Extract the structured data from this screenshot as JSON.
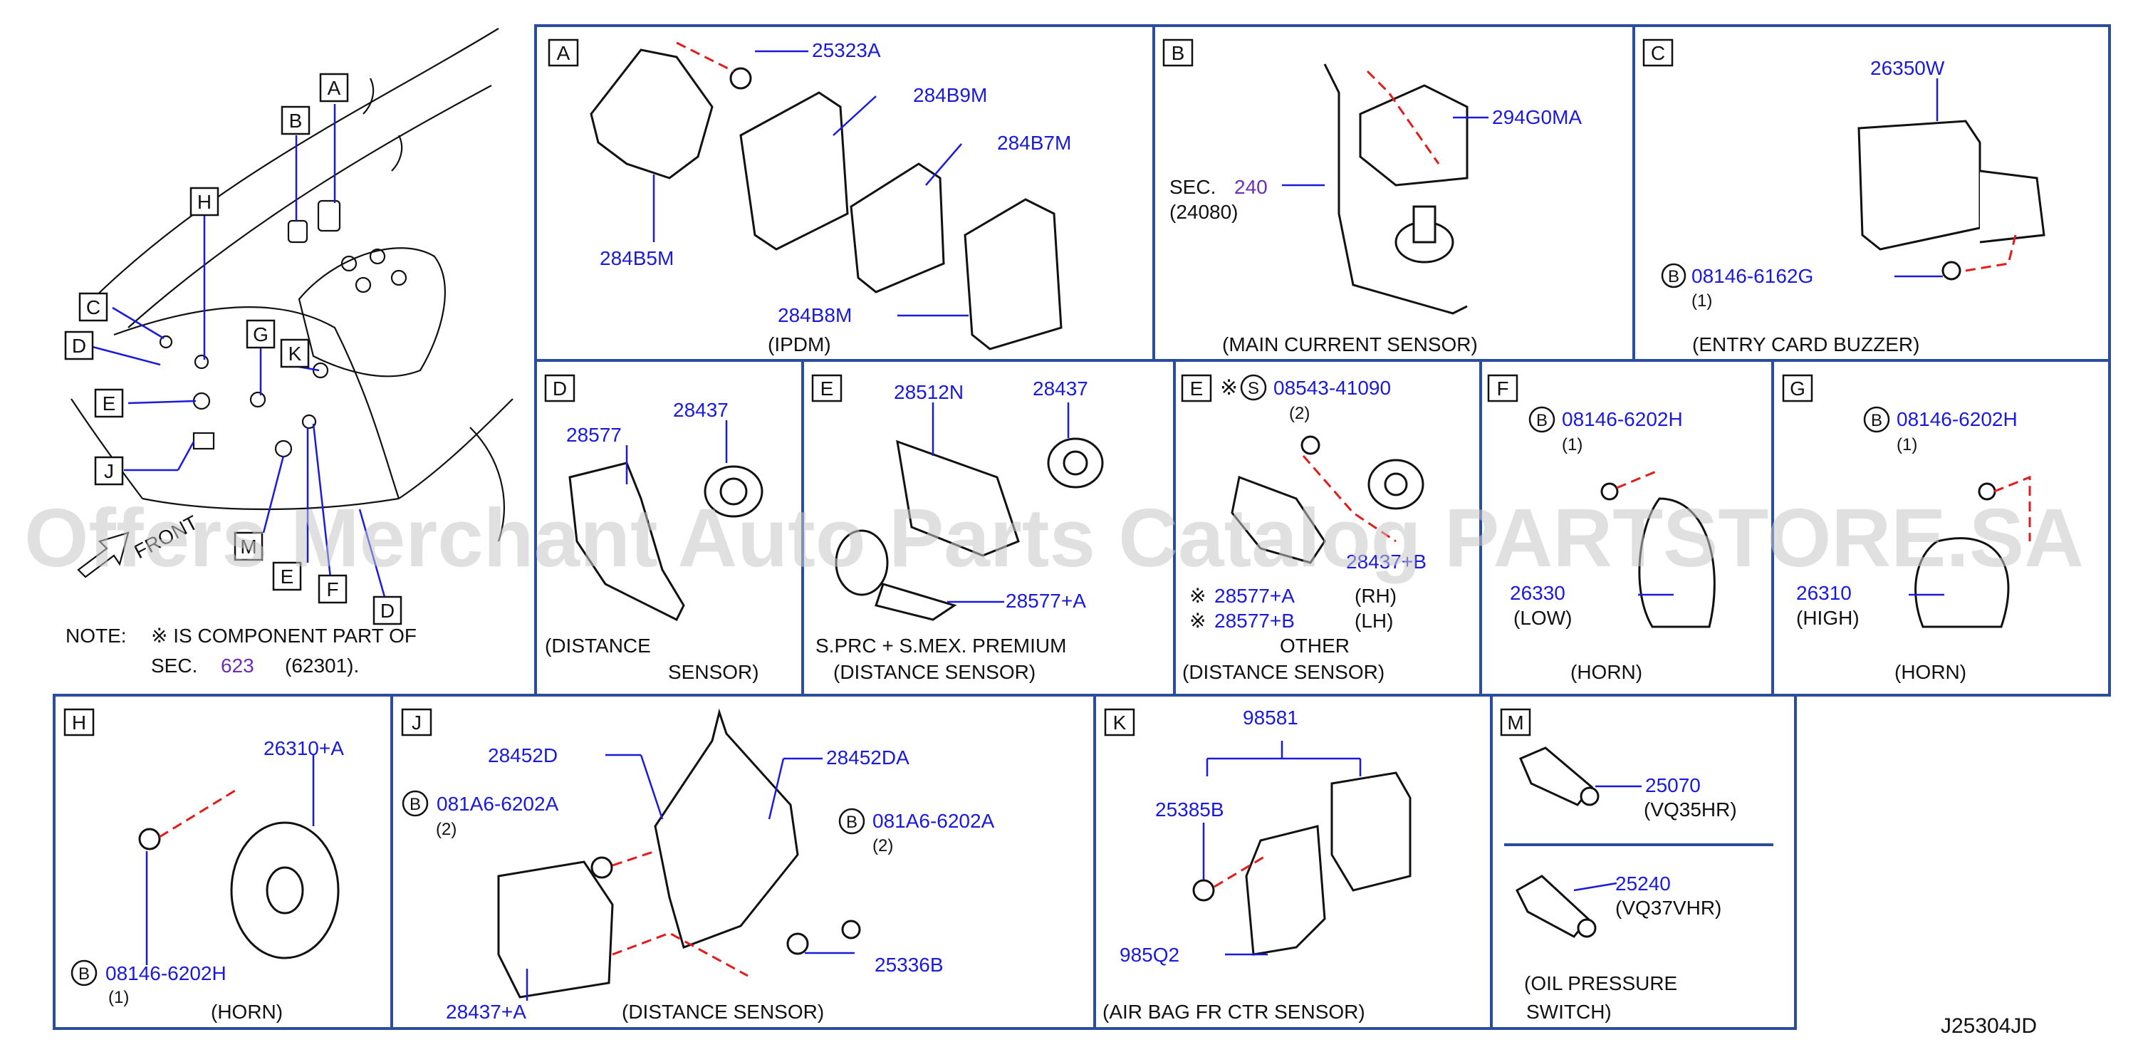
{
  "overview": {
    "callouts": [
      "A",
      "B",
      "H",
      "C",
      "D",
      "G",
      "K",
      "E",
      "J",
      "M",
      "E",
      "F",
      "D"
    ],
    "front_label": "FRONT",
    "note_prefix": "NOTE:",
    "note_line1": "※ IS  COMPONENT  PART  OF",
    "note_sec": "SEC.",
    "note_sec_num": "623",
    "note_code": "(62301)."
  },
  "panels": {
    "A": {
      "letter": "A",
      "caption": "(IPDM)",
      "parts": [
        "25323A",
        "284B9M",
        "284B7M",
        "284B5M",
        "284B8M"
      ]
    },
    "B": {
      "letter": "B",
      "caption": "(MAIN   CURRENT   SENSOR)",
      "part": "294G0MA",
      "sec": "SEC.",
      "sec_num": "240",
      "sec_code": "(24080)"
    },
    "C": {
      "letter": "C",
      "caption": "(ENTRY   CARD   BUZZER)",
      "part": "26350W",
      "bolt": "08146-6162G",
      "bolt_qty": "(1)",
      "bolt_symbol": "B"
    },
    "D": {
      "letter": "D",
      "caption_1": "(DISTANCE",
      "caption_2": "SENSOR)",
      "parts": [
        "28577",
        "28437"
      ]
    },
    "E1": {
      "letter": "E",
      "parts": [
        "28512N",
        "28437",
        "28577+A"
      ],
      "caption_1": "S.PRC  +  S.MEX.  PREMIUM",
      "caption_2": "(DISTANCE   SENSOR)"
    },
    "E2": {
      "letter": "E",
      "mark": "※",
      "bolt_symbol": "S",
      "bolt": "08543-41090",
      "bolt_qty": "(2)",
      "part_hidden": "28437+B",
      "item1": "28577+A",
      "item1_side": "(RH)",
      "item2": "28577+B",
      "item2_side": "(LH)",
      "caption_1": "OTHER",
      "caption_2": "(DISTANCE   SENSOR)"
    },
    "F": {
      "letter": "F",
      "bolt_symbol": "B",
      "bolt": "08146-6202H",
      "bolt_qty": "(1)",
      "part": "26330",
      "part_note": "(LOW)",
      "caption": "(HORN)"
    },
    "G": {
      "letter": "G",
      "bolt_symbol": "B",
      "bolt": "08146-6202H",
      "bolt_qty": "(1)",
      "part": "26310",
      "part_note": "(HIGH)",
      "caption": "(HORN)"
    },
    "H": {
      "letter": "H",
      "part": "26310+A",
      "bolt_symbol": "B",
      "bolt": "08146-6202H",
      "bolt_qty": "(1)",
      "caption": "(HORN)"
    },
    "J": {
      "letter": "J",
      "parts": [
        "28452D",
        "28452DA",
        "25336B",
        "28437+A"
      ],
      "bolt_symbol": "B",
      "bolt": "081A6-6202A",
      "bolt_qty": "(2)",
      "caption": "(DISTANCE   SENSOR)"
    },
    "K": {
      "letter": "K",
      "parts": [
        "98581",
        "25385B",
        "985Q2"
      ],
      "caption": "(AIR   BAG   FR   CTR   SENSOR)"
    },
    "M": {
      "letter": "M",
      "part1": "25070",
      "part1_note": "(VQ35HR)",
      "part2": "25240",
      "part2_note": "(VQ37VHR)",
      "caption_1": "(OIL    PRESSURE",
      "caption_2": "SWITCH)"
    }
  },
  "watermark": "Offers Merchant Auto Parts Catalog PARTSTORE.SA",
  "diagram_code": "J25304JD"
}
